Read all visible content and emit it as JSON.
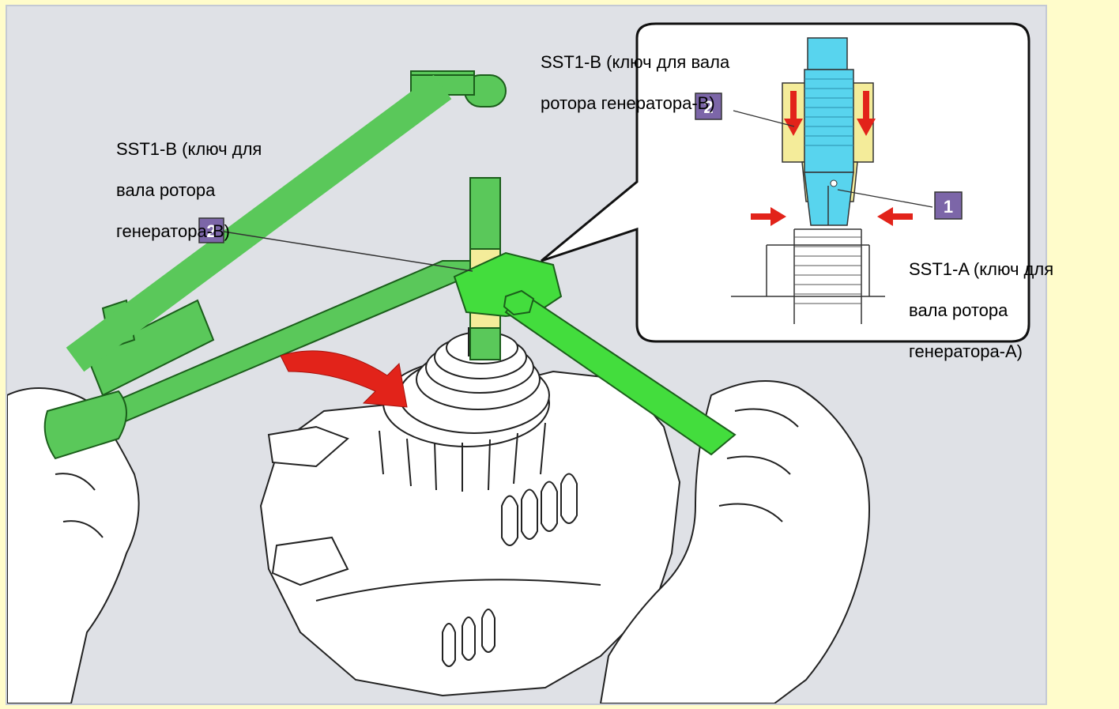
{
  "labels": {
    "callout_top_line1": "SST1-B (ключ для вала",
    "callout_top_line2": "ротора генератора-B)",
    "callout_left_line1": "SST1-B (ключ для",
    "callout_left_line2": "вала ротора",
    "callout_left_line3": "генератора-B)",
    "callout_right_line1": "SST1-A (ключ для",
    "callout_right_line2": "вала ротора",
    "callout_right_line3": "генератора-A)"
  },
  "badges": {
    "badge_main_2": "2",
    "badge_inset_2": "2",
    "badge_inset_1": "1"
  },
  "colors": {
    "page_background": "#fffccb",
    "panel_background": "#dfe1e6",
    "tool_green": "#5ac85a",
    "wrench_green": "#43dd3d",
    "shaft_blue": "#58d4ee",
    "nut_yellow": "#f4ec9a",
    "arrow_red": "#e2231a",
    "badge_purple": "#7c66a8"
  },
  "icons": {
    "rotation_arrow": "curved-red-arrow",
    "press_arrows": "red-straight-arrows"
  }
}
